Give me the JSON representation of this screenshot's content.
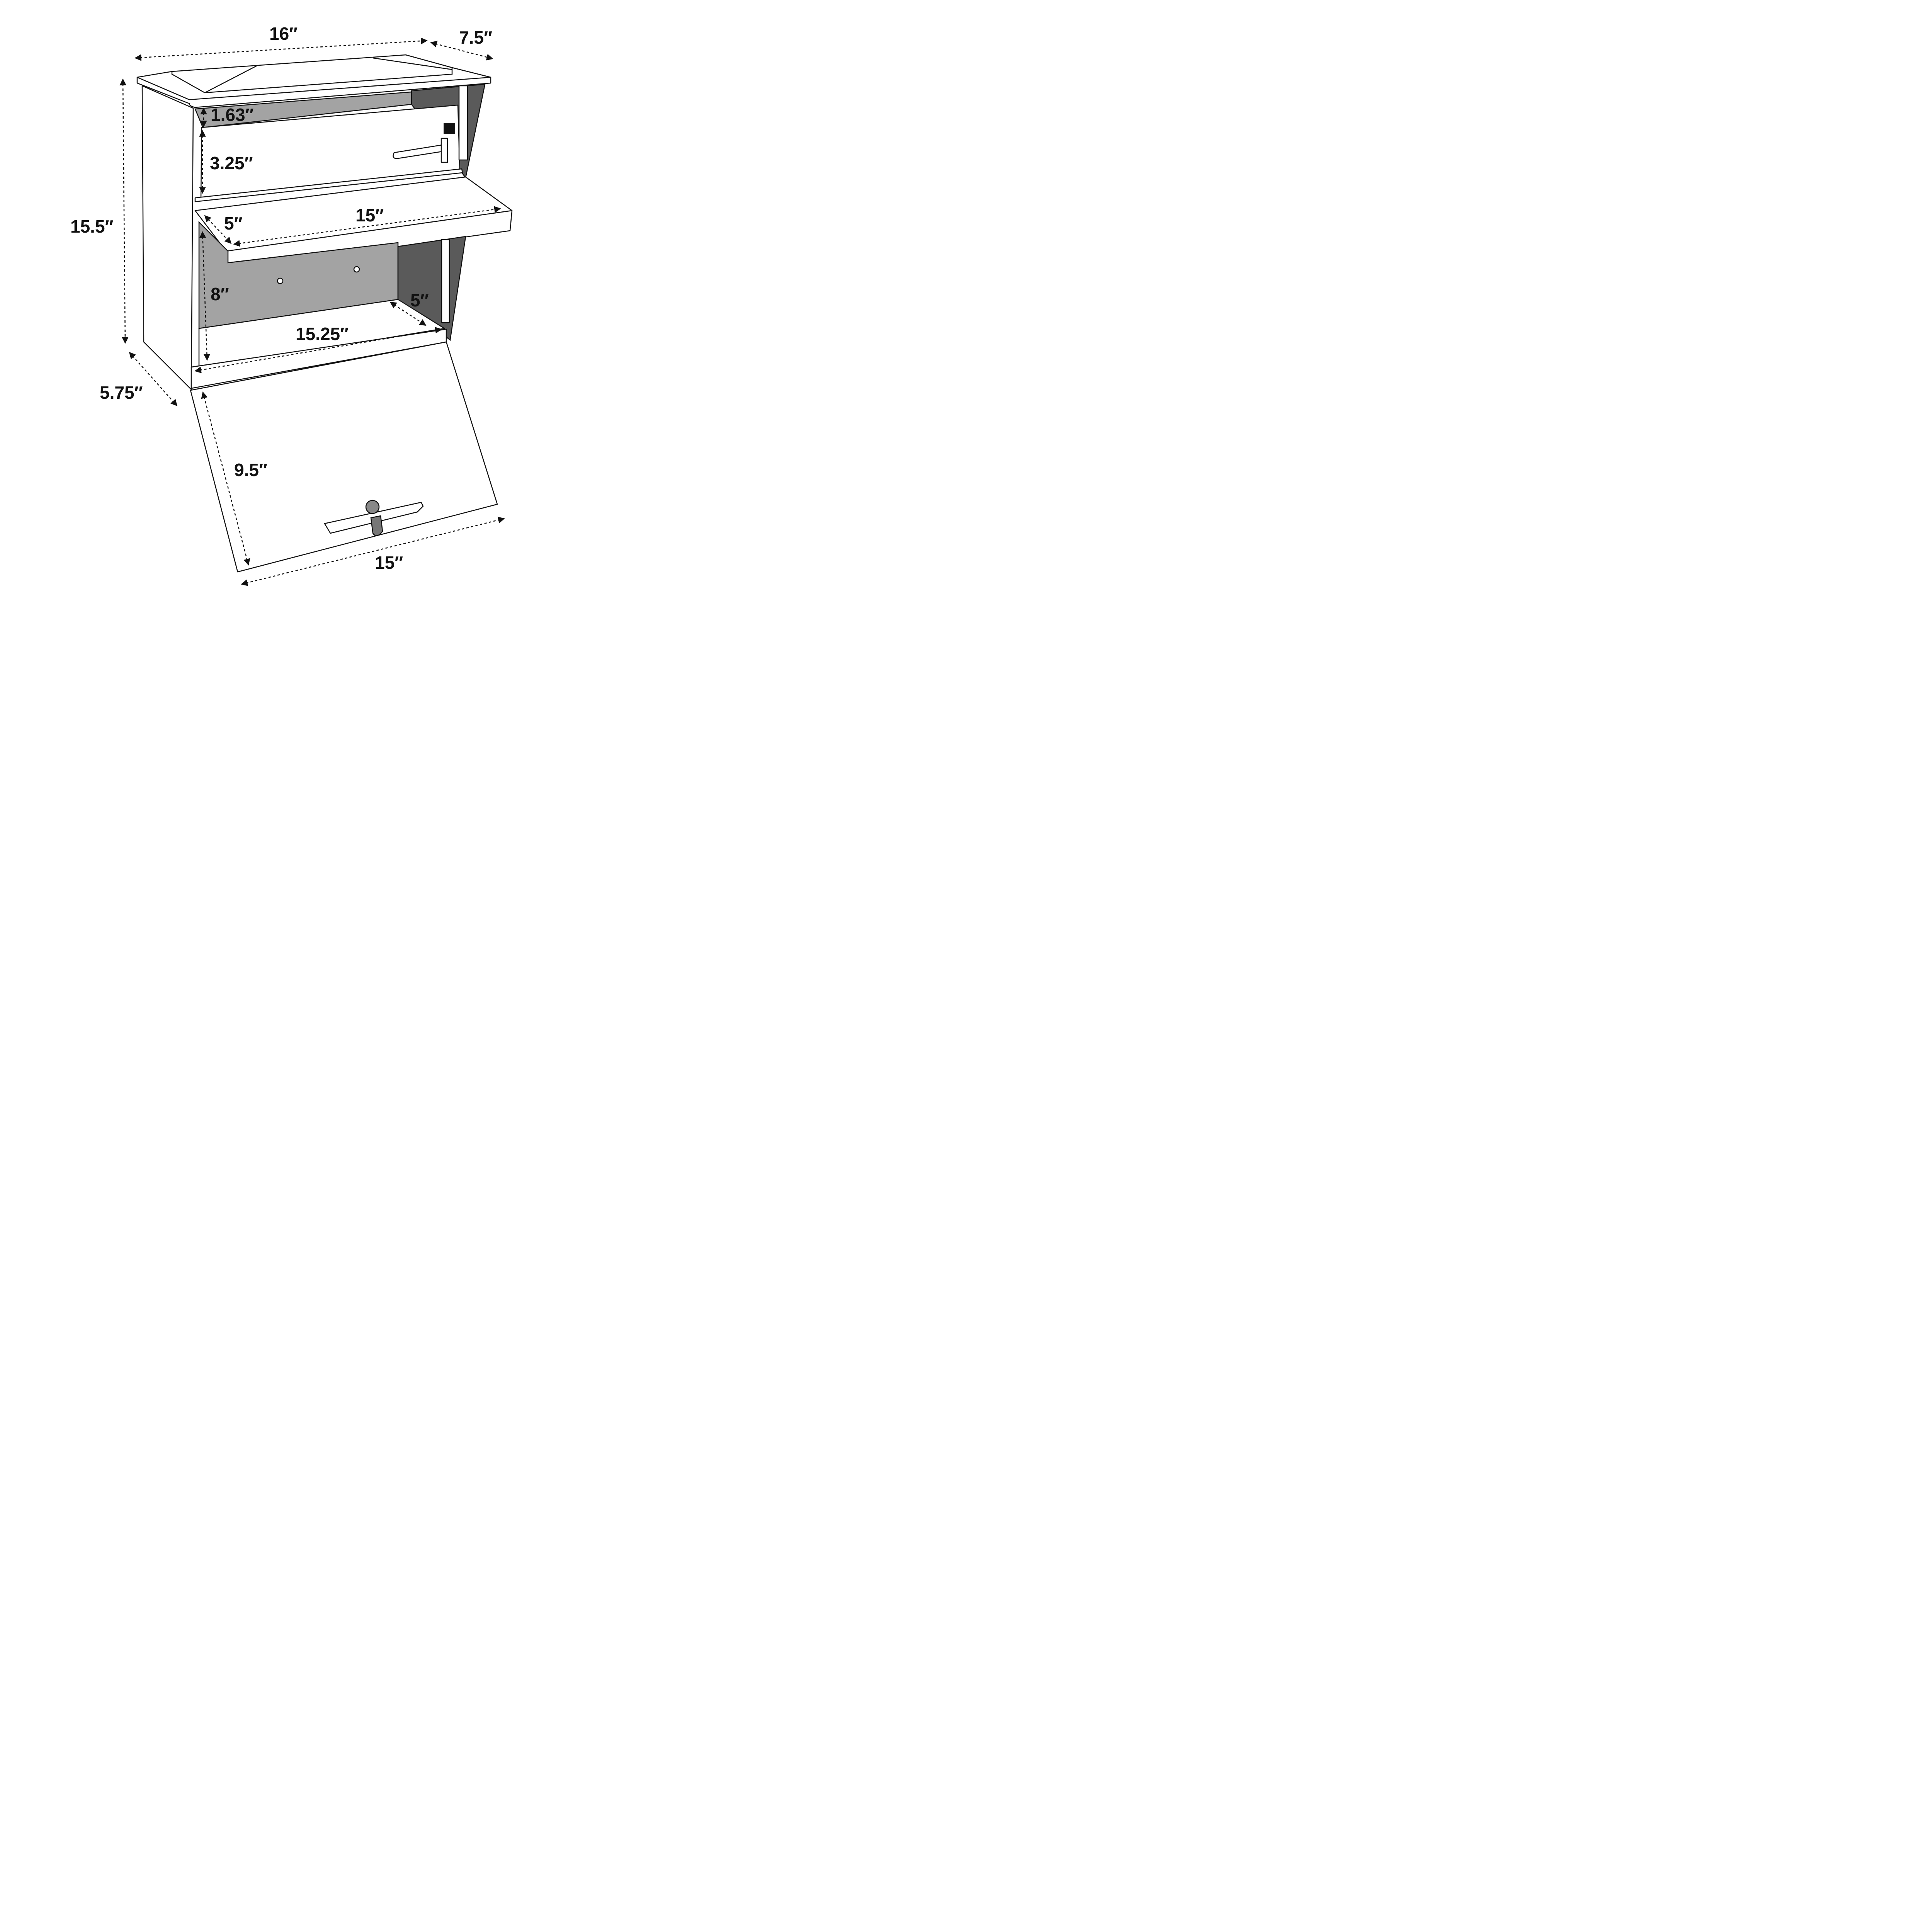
{
  "diagram": {
    "colors": {
      "outline": "#111111",
      "interior_back": "#a3a3a3",
      "interior_side": "#5a5a5a",
      "body": "#ffffff"
    },
    "dimensions": {
      "overall_width": "16″",
      "roof_depth": "7.5″",
      "overall_height": "15.5″",
      "slot_height": "1.63″",
      "upper_door_height": "3.25″",
      "shelf_depth": "5″",
      "shelf_width": "15″",
      "compartment_height": "8″",
      "floor_depth": "5″",
      "floor_width": "15.25″",
      "body_depth": "5.75″",
      "door_height": "9.5″",
      "door_width": "15″"
    }
  }
}
